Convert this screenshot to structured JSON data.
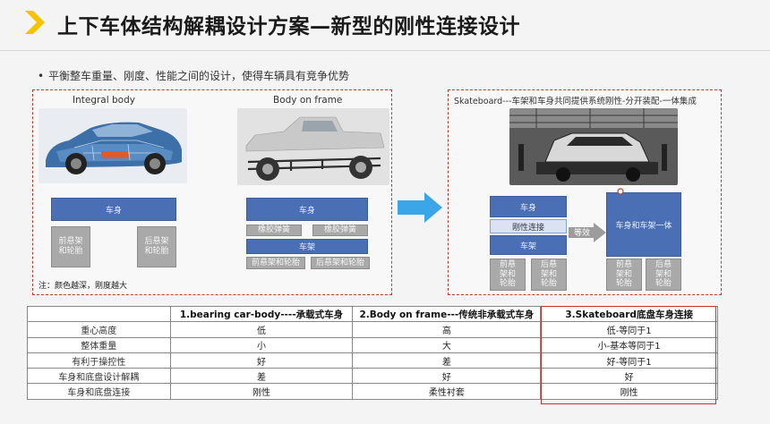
{
  "slide": {
    "title": "上下车体结构解耦设计方案—新型的刚性连接设计",
    "bullet": "平衡整车重量、刚度、性能之间的设计，使得车辆具有竞争优势"
  },
  "left_panel": {
    "integral_caption": "Integral body",
    "frame_caption": "Body on frame",
    "integral": {
      "body": "车身",
      "front": "前悬架\n和轮胎",
      "rear": "后悬架\n和轮胎"
    },
    "frame": {
      "body": "车身",
      "rubber1": "橡胶弹簧",
      "rubber2": "橡胶弹簧",
      "chassis": "车架",
      "front": "前悬架和轮胎",
      "rear": "后悬架和轮胎"
    },
    "note": "注：颜色越深，刚度越大"
  },
  "right_panel": {
    "caption": "Skateboard---车架和车身共同提供系统刚性-分开装配-一体集成",
    "body": "车身",
    "rigid": "刚性连接",
    "chassis": "车架",
    "equals": "等效",
    "integrated": "车身和车架一体",
    "front1": "前悬\n架和\n轮胎",
    "rear1": "后悬\n架和\n轮胎",
    "front2": "前悬\n架和\n轮胎",
    "rear2": "后悬\n架和\n轮胎"
  },
  "table": {
    "headers": [
      "",
      "1.bearing car-body----承载式车身",
      "2.Body on frame---传统非承载式车身",
      "3.Skateboard底盘车身连接"
    ],
    "rows": [
      [
        "重心高度",
        "低",
        "高",
        "低-等同于1"
      ],
      [
        "整体重量",
        "小",
        "大",
        "小-基本等同于1"
      ],
      [
        "有利于操控性",
        "好",
        "差",
        "好-等同于1"
      ],
      [
        "车身和底盘设计解耦",
        "差",
        "好",
        "好"
      ],
      [
        "车身和底盘连接",
        "刚性",
        "柔性衬套",
        "刚性"
      ]
    ]
  },
  "colors": {
    "accent_yellow": "#f5c400",
    "dashed_border": "#c0392b",
    "body_blue": "#4a6fb5",
    "wheel_gray": "#a9a9a9",
    "arrow_blue": "#3aa6e8"
  }
}
